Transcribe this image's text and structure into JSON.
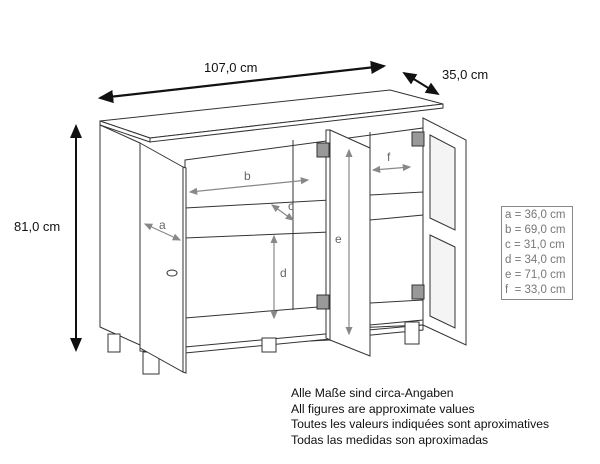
{
  "dimensions": {
    "width": "107,0 cm",
    "depth": "35,0 cm",
    "height": "81,0 cm"
  },
  "part_labels": [
    "a",
    "b",
    "c",
    "d",
    "e",
    "f"
  ],
  "legend": [
    {
      "key": "a",
      "text": "a = 36,0 cm"
    },
    {
      "key": "b",
      "text": "b = 69,0 cm"
    },
    {
      "key": "c",
      "text": "c = 31,0 cm"
    },
    {
      "key": "d",
      "text": "d = 34,0 cm"
    },
    {
      "key": "e",
      "text": "e = 71,0 cm"
    },
    {
      "key": "f",
      "text": "f  = 33,0 cm"
    }
  ],
  "notes": [
    "Alle Maße sind circa-Angaben",
    "All figures are approximate values",
    "Toutes les valeurs indiquées sont aproximatives",
    "Todas las medidas son aproximadas"
  ]
}
